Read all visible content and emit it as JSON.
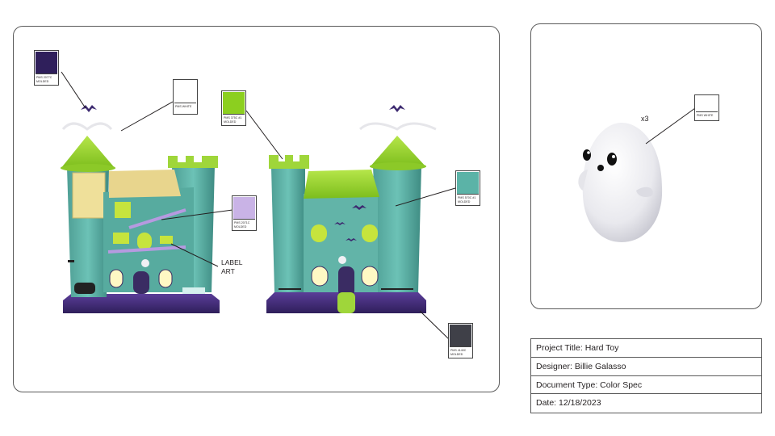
{
  "swatches": {
    "purple": {
      "code": "PMS 2077C",
      "finish": "MOLDED",
      "color": "#2f1f5b"
    },
    "white_1": {
      "code": "PMS WHITE",
      "finish": "",
      "color": "#ffffff"
    },
    "lime": {
      "code": "PMS 375C #1",
      "finish": "MOLDED",
      "color": "#8ccf1f"
    },
    "lavender": {
      "code": "PMS 2071C",
      "finish": "MOLDED",
      "color": "#c9b3e6"
    },
    "teal": {
      "code": "PMS 570C #1",
      "finish": "MOLDED",
      "color": "#5bb3a7"
    },
    "gray": {
      "code": "PMS 4140C",
      "finish": "MOLDED",
      "color": "#3f4048"
    },
    "white_2": {
      "code": "PMS WHITE",
      "finish": "",
      "color": "#ffffff"
    }
  },
  "annotations": {
    "label_art_line1": "LABEL",
    "label_art_line2": "ART",
    "ghost_quantity": "x3"
  },
  "info": {
    "project_title": "Project Title: Hard Toy",
    "designer": "Designer: Billie Galasso",
    "document_type": "Document Type: Color Spec",
    "date": "Date: 12/18/2023"
  }
}
